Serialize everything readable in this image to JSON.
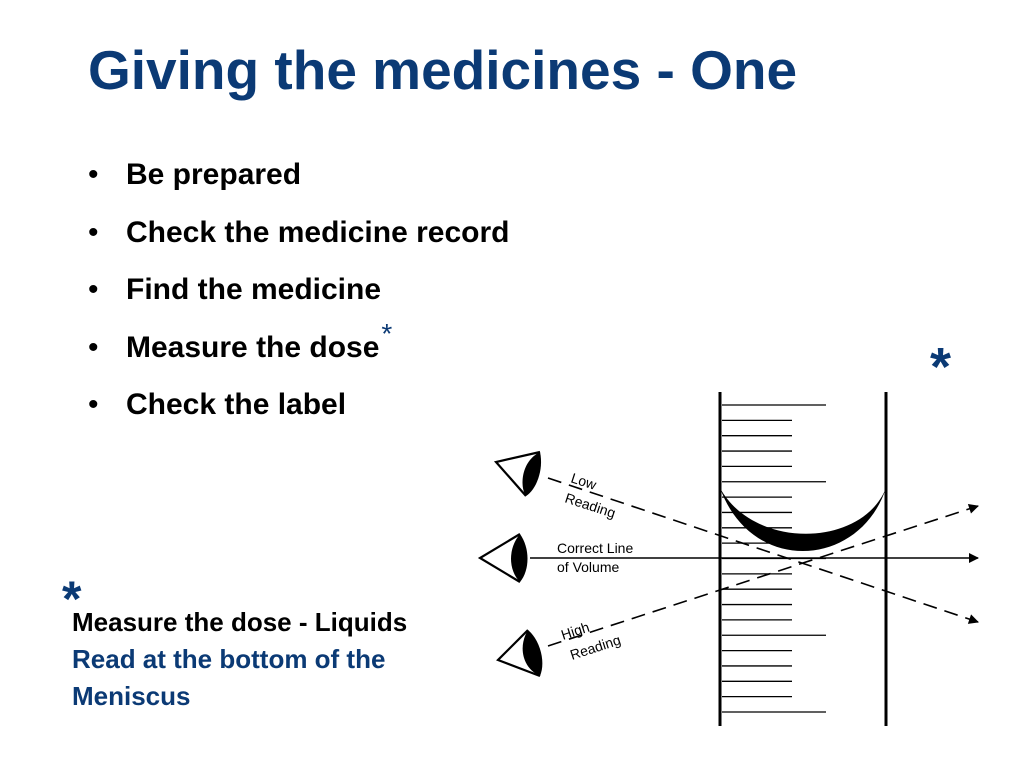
{
  "slide": {
    "title": "Giving the medicines - One",
    "bullet_glyph": "•",
    "bullets": [
      {
        "text": "Be prepared"
      },
      {
        "text": "Check the medicine record"
      },
      {
        "text": "Find the medicine"
      },
      {
        "text": "Measure the dose",
        "marker": "*"
      },
      {
        "text": "Check the label"
      }
    ],
    "star_right": "*",
    "star_left": "*",
    "caption": {
      "line1": "Measure the dose - Liquids",
      "line2": "Read at the bottom of the",
      "line3": "Meniscus"
    }
  },
  "diagram": {
    "labels": {
      "low_1": "Low",
      "low_2": "Reading",
      "correct_1": "Correct Line",
      "correct_2": "of Volume",
      "high_1": "High",
      "high_2": "Reading"
    }
  },
  "colors": {
    "title": "#0b3a75",
    "accent": "#0b3a75",
    "text": "#000000",
    "line": "#000000"
  }
}
